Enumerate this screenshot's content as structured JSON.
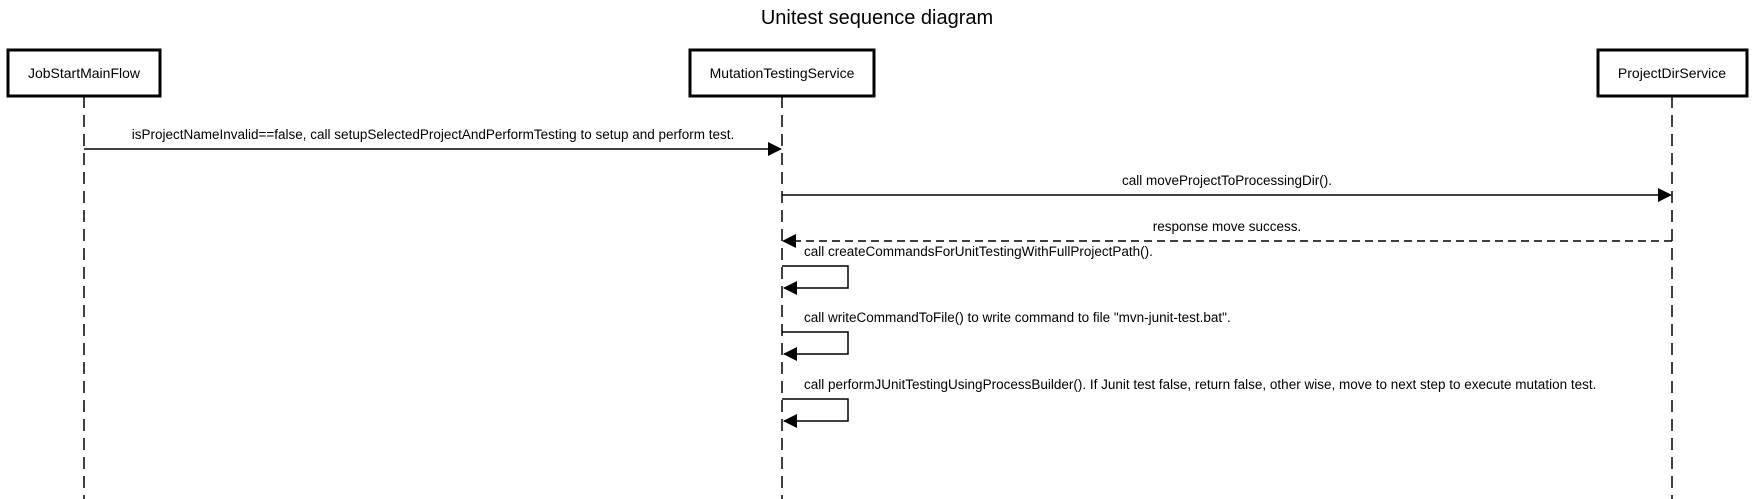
{
  "diagram": {
    "title": "Unitest sequence diagram",
    "actors": [
      {
        "id": "jsmf",
        "label": "JobStartMainFlow"
      },
      {
        "id": "mts",
        "label": "MutationTestingService"
      },
      {
        "id": "pds",
        "label": "ProjectDirService"
      }
    ],
    "messages": [
      {
        "from": "jsmf",
        "to": "mts",
        "kind": "call",
        "label": "isProjectNameInvalid==false, call setupSelectedProjectAndPerformTesting to setup and perform test."
      },
      {
        "from": "mts",
        "to": "pds",
        "kind": "call",
        "label": "call moveProjectToProcessingDir()."
      },
      {
        "from": "pds",
        "to": "mts",
        "kind": "return",
        "label": "response move success."
      },
      {
        "from": "mts",
        "to": "mts",
        "kind": "self",
        "label": "call createCommandsForUnitTestingWithFullProjectPath()."
      },
      {
        "from": "mts",
        "to": "mts",
        "kind": "self",
        "label": "call writeCommandToFile() to write command to file \"mvn-junit-test.bat\"."
      },
      {
        "from": "mts",
        "to": "mts",
        "kind": "self",
        "label": "call performJUnitTestingUsingProcessBuilder(). If Junit test false, return false, other wise, move to next step to execute mutation test."
      }
    ]
  }
}
